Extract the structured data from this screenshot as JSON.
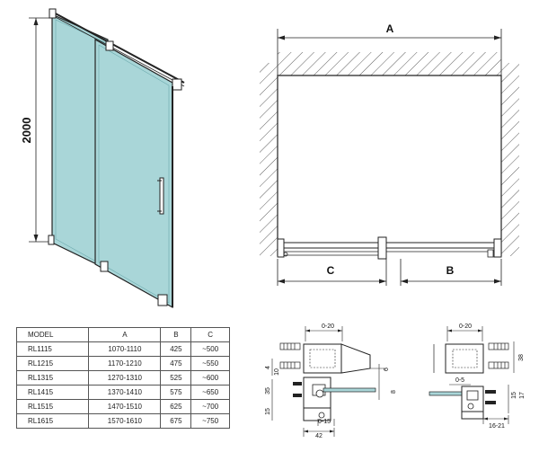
{
  "front_view": {
    "height_label": "2000"
  },
  "plan_view": {
    "width_label": "A",
    "fixed_label": "C",
    "sliding_label": "B"
  },
  "table": {
    "headers": [
      "MODEL",
      "A",
      "B",
      "C"
    ],
    "rows": [
      [
        "RL1115",
        "1070-1110",
        "425",
        "~500"
      ],
      [
        "RL1215",
        "1170-1210",
        "475",
        "~550"
      ],
      [
        "RL1315",
        "1270-1310",
        "525",
        "~600"
      ],
      [
        "RL1415",
        "1370-1410",
        "575",
        "~650"
      ],
      [
        "RL1515",
        "1470-1510",
        "625",
        "~700"
      ],
      [
        "RL1615",
        "1570-1610",
        "675",
        "~750"
      ]
    ]
  },
  "detail_left": {
    "top": "0-20",
    "left_4": "4",
    "left_10": "10",
    "left_35": "35",
    "left_15": "15",
    "right_6": "6",
    "right_8": "8",
    "bottom_015": "0-15",
    "bottom_42": "42"
  },
  "detail_right": {
    "top": "0-20",
    "right_38": "38",
    "mid_05": "0-5",
    "right_15": "15",
    "right_17": "17",
    "bottom_1621": "16-21"
  },
  "colors": {
    "glass": "#a9d6d8",
    "line": "#222222"
  }
}
